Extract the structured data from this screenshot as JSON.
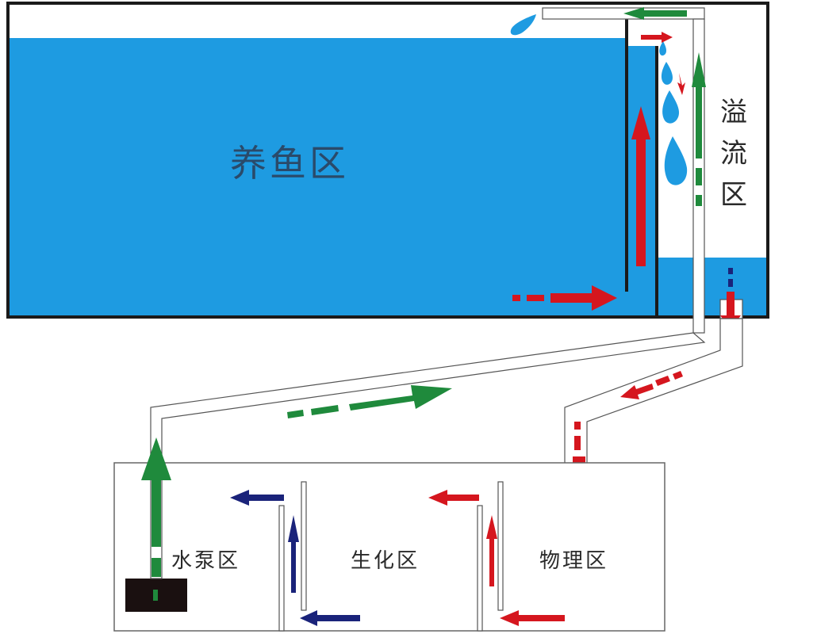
{
  "zones": {
    "fish_tank": "养鱼区",
    "overflow": "溢流区",
    "pump": "水泵区",
    "bio": "生化区",
    "physical": "物理区"
  },
  "colors": {
    "water": "#1e9be1",
    "flow_red": "#d5161e",
    "flow_green": "#1f8a3c",
    "flow_blue": "#1a237a",
    "outline": "#1a1a1a"
  }
}
